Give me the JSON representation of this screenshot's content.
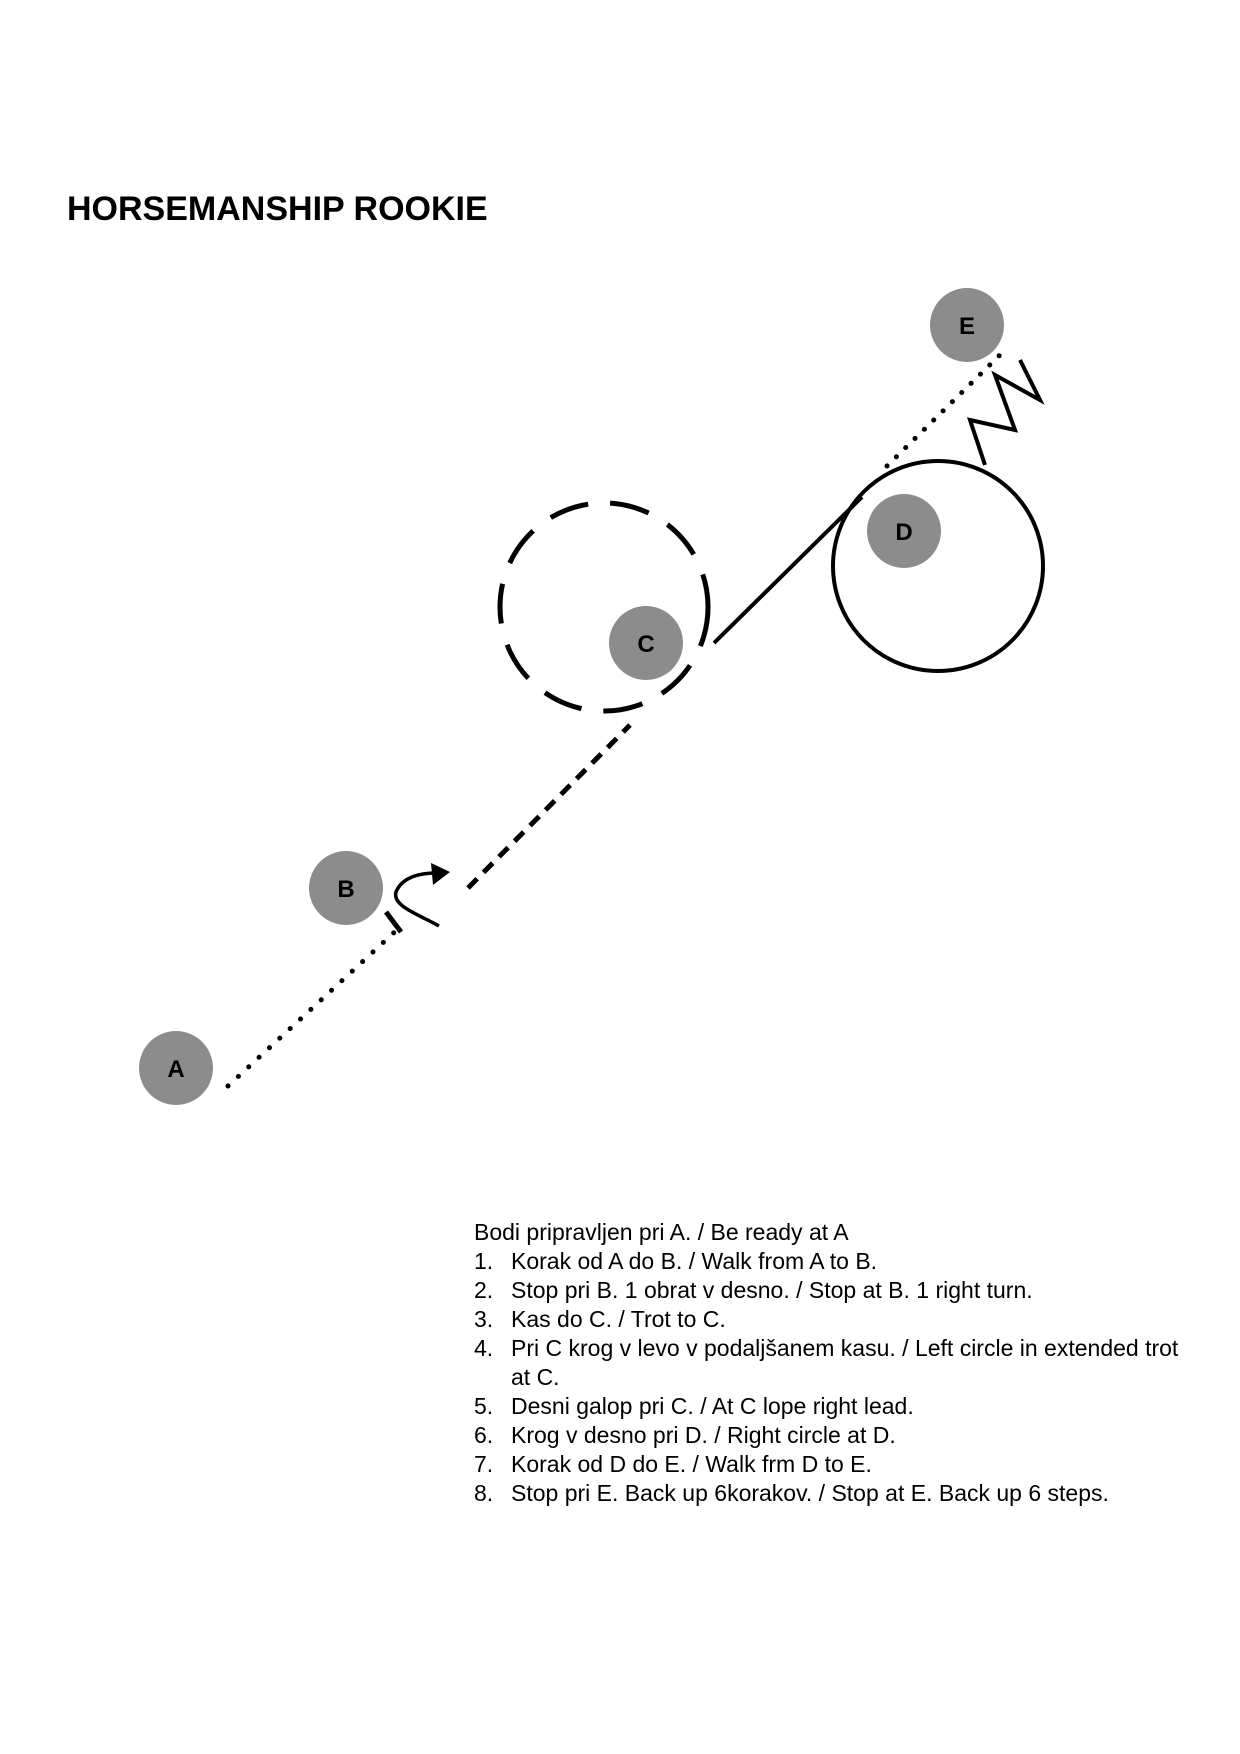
{
  "title": "HORSEMANSHIP ROOKIE",
  "colors": {
    "marker_fill": "#8c8c8c",
    "line": "#000000",
    "background": "#ffffff"
  },
  "markers": [
    {
      "id": "A",
      "label": "A"
    },
    {
      "id": "B",
      "label": "B"
    },
    {
      "id": "C",
      "label": "C"
    },
    {
      "id": "D",
      "label": "D"
    },
    {
      "id": "E",
      "label": "E"
    }
  ],
  "instructions": {
    "intro": "Bodi pripravljen pri A. / Be ready at A",
    "steps": [
      {
        "num": "1.",
        "text": "Korak od A do B. / Walk from A to B."
      },
      {
        "num": "2.",
        "text": "Stop pri B. 1 obrat v desno. / Stop at B. 1 right turn."
      },
      {
        "num": "3.",
        "text": "Kas do C. / Trot to C."
      },
      {
        "num": "4.",
        "text": "Pri C krog v levo v podaljšanem kasu. / Left circle in extended trot at C."
      },
      {
        "num": "5.",
        "text": "Desni galop pri C. / At C lope right lead."
      },
      {
        "num": "6.",
        "text": "Krog v desno pri D. / Right circle at D."
      },
      {
        "num": "7.",
        "text": "Korak od D do E. / Walk frm D to E."
      },
      {
        "num": "8.",
        "text": "Stop pri E. Back up 6korakov. / Stop at E. Back up 6 steps."
      }
    ]
  }
}
